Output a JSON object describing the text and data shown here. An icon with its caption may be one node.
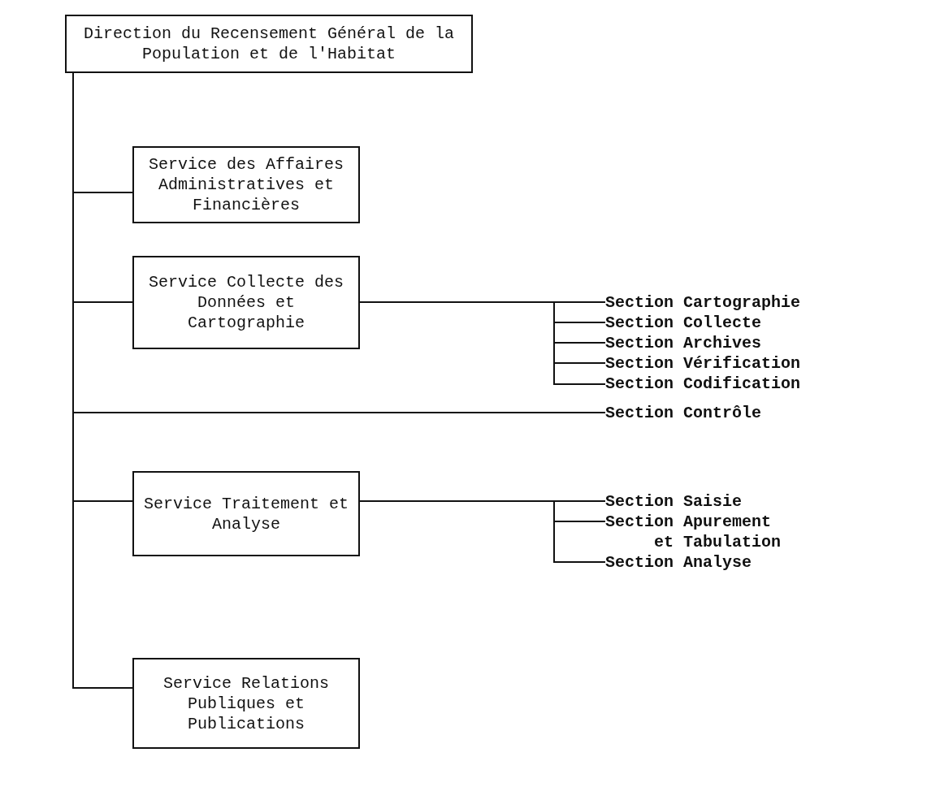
{
  "diagram": {
    "nodes": [
      {
        "text": [
          "Direction du Recensement Général de la Population et de l'Habitat"
        ]
      },
      {
        "text": [
          "Service des Affaires Administratives et Financières"
        ]
      },
      {
        "text": [
          "Service Collecte des Données et Cartographie"
        ]
      },
      {
        "text": [
          "Section Cartographie"
        ]
      },
      {
        "text": [
          "Section Collecte"
        ]
      },
      {
        "text": [
          "Section Archives"
        ]
      },
      {
        "text": [
          "Section Vérification"
        ]
      },
      {
        "text": [
          "Section Codification"
        ]
      },
      {
        "text": [
          "Section Contrôle"
        ]
      },
      {
        "text": [
          "Service Traitement et Analyse"
        ]
      },
      {
        "text": [
          "Section Saisie"
        ]
      },
      {
        "text": [
          "Section Apurement et Tabulation"
        ]
      },
      {
        "text": [
          "Section Analyse"
        ]
      },
      {
        "text": [
          "Service Relations Publiques et Publications"
        ]
      }
    ],
    "edges": [
      {
        "from": 0,
        "to": 1,
        "arrow": "none"
      },
      {
        "from": 0,
        "to": 2,
        "arrow": "none"
      },
      {
        "from": 0,
        "to": 8,
        "arrow": "none"
      },
      {
        "from": 0,
        "to": 9,
        "arrow": "none"
      },
      {
        "from": 0,
        "to": 13,
        "arrow": "none"
      },
      {
        "from": 2,
        "to": 3,
        "arrow": "none"
      },
      {
        "from": 2,
        "to": 4,
        "arrow": "none"
      },
      {
        "from": 2,
        "to": 5,
        "arrow": "none"
      },
      {
        "from": 2,
        "to": 6,
        "arrow": "none"
      },
      {
        "from": 2,
        "to": 7,
        "arrow": "none"
      },
      {
        "from": 9,
        "to": 10,
        "arrow": "none"
      },
      {
        "from": 9,
        "to": 11,
        "arrow": "none"
      },
      {
        "from": 9,
        "to": 12,
        "arrow": "none"
      }
    ]
  }
}
